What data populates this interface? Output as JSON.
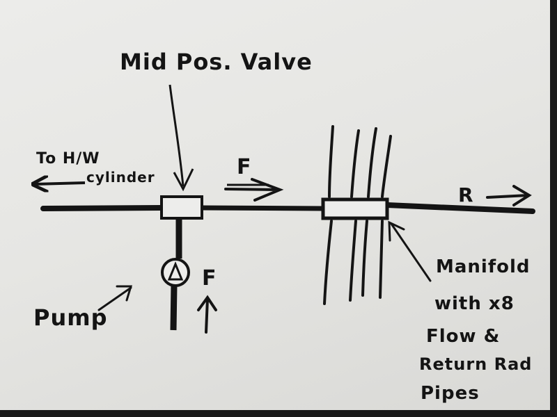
{
  "diagram": {
    "valve_label": "Mid Pos. Valve",
    "cylinder_label_line1": "To H/W",
    "cylinder_label_line2": "cylinder",
    "flow_label_top": "F",
    "flow_label_pump": "F",
    "return_label": "R",
    "pump_label": "Pump",
    "manifold_label": [
      "Manifold",
      "with x8",
      "Flow &",
      "Return Rad",
      "Pipes"
    ]
  },
  "colors": {
    "ink": "#141414",
    "paper": "#e8e8e6",
    "background": "#1a1a1a"
  }
}
